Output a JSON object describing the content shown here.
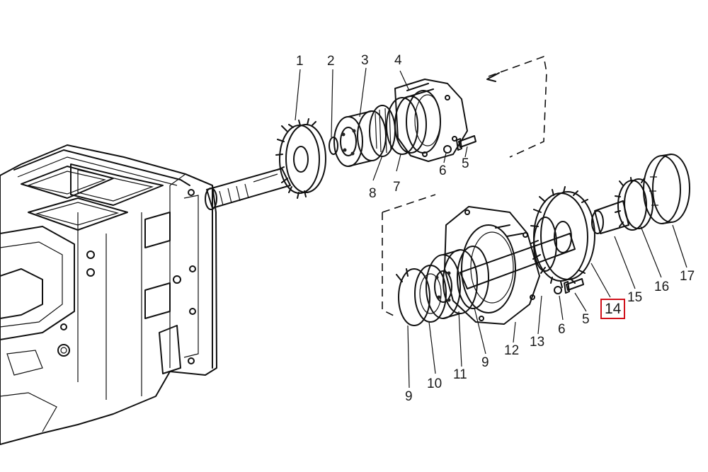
{
  "diagram": {
    "highlight_color": "#d0111b",
    "callouts": [
      {
        "id": "c1",
        "label": "1"
      },
      {
        "id": "c2",
        "label": "2"
      },
      {
        "id": "c3",
        "label": "3"
      },
      {
        "id": "c4",
        "label": "4"
      },
      {
        "id": "c5a",
        "label": "5"
      },
      {
        "id": "c6a",
        "label": "6"
      },
      {
        "id": "c7",
        "label": "7"
      },
      {
        "id": "c8",
        "label": "8"
      },
      {
        "id": "c9a",
        "label": "9"
      },
      {
        "id": "c10",
        "label": "10"
      },
      {
        "id": "c11",
        "label": "11"
      },
      {
        "id": "c9b",
        "label": "9"
      },
      {
        "id": "c12",
        "label": "12"
      },
      {
        "id": "c13",
        "label": "13"
      },
      {
        "id": "c6b",
        "label": "6"
      },
      {
        "id": "c5b",
        "label": "5"
      },
      {
        "id": "c14",
        "label": "14",
        "highlighted": true
      },
      {
        "id": "c15",
        "label": "15"
      },
      {
        "id": "c16",
        "label": "16"
      },
      {
        "id": "c17",
        "label": "17"
      }
    ]
  }
}
